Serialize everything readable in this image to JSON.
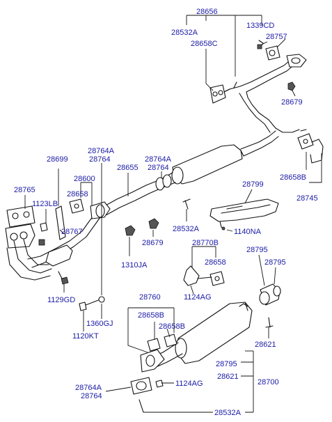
{
  "labels": {
    "l28656": "28656",
    "l28532A_top": "28532A",
    "l1339CD": "1339CD",
    "l28757": "28757",
    "l28658C": "28658C",
    "l28679_top": "28679",
    "l28699": "28699",
    "l28764A_left": "28764A",
    "l28764_left": "28764",
    "l28764A_mid": "28764A",
    "l28764_mid": "28764",
    "l28655": "28655",
    "l28600": "28600",
    "l28765": "28765",
    "l28658_left": "28658",
    "l1123LB": "1123LB",
    "l28767": "28767",
    "l28799": "28799",
    "l28658B_right": "28658B",
    "l28745": "28745",
    "l28532A_mid": "28532A",
    "l1140NA": "1140NA",
    "l28679_mid": "28679",
    "l1310JA": "1310JA",
    "l28770B": "28770B",
    "l28658_mid": "28658",
    "l1124AG_mid": "1124AG",
    "l28795_a": "28795",
    "l28795_b": "28795",
    "l1129GD": "1129GD",
    "l1360GJ": "1360GJ",
    "l1120KT": "1120KT",
    "l28760": "28760",
    "l28658B_a": "28658B",
    "l28658B_b": "28658B",
    "l28621_right": "28621",
    "l28795_low": "28795",
    "l28621_low": "28621",
    "l28700": "28700",
    "l1124AG_low": "1124AG",
    "l28764A_low": "28764A",
    "l28764_low": "28764",
    "l28532A_low": "28532A"
  },
  "colors": {
    "label": "#1a1aa6",
    "line": "#111111",
    "background": "#ffffff"
  }
}
